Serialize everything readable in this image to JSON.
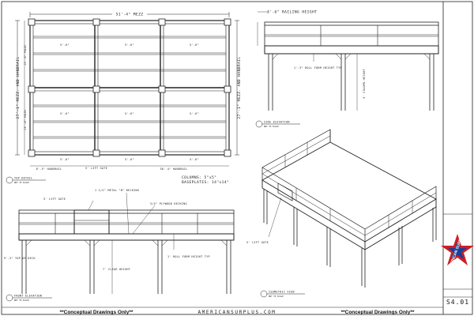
{
  "top_detail": {
    "width_dim": "51'-4\" MEZZ",
    "left_height_dim": "27'-1\" MEZZ. AND HANDRAIL",
    "right_height_dim": "27'-1\" MEZZ. AND HANDRAIL",
    "main_upper": "13'-6\" MAIN",
    "main_lower": "13'-6\" MAIN",
    "bay_labels": [
      "5'-6\"",
      "5'-6\"",
      "5'-6\""
    ],
    "bottom_bay_labels": [
      "5'-6\"",
      "5'-6\"",
      "5'-6\""
    ],
    "left_handrail": "8'-5\" HANDRAIL",
    "lift_gate": "5' LIFT GATE",
    "right_handrail": "38'-4\" HANDRAIL",
    "view_title": "TOP DETAIL",
    "view_scale": "NOT TO SCALE"
  },
  "side_elevation": {
    "railing_height": "3'-6\" RAILING HEIGHT",
    "roll_form_height": "1'-3\" ROLL FORM HEIGHT TYP",
    "column_height": "9' COLUMN HEIGHT",
    "view_title": "SIDE ELEVATION",
    "view_scale": "NOT TO SCALE"
  },
  "columns_note": {
    "columns": "COLUMNS: 5\"x5\"",
    "baseplates": "BASEPLATES: 14\"x14\""
  },
  "front_elevation": {
    "lift_gate": "5' LIFT GATE",
    "metal_decking": "1 1/2\" METAL \"B\" DECKING",
    "plywood_decking": "3/4\" PLYWOOD DECKING",
    "clear_height": "7' CLEAR HEIGHT",
    "roll_form_height": "1' ROLL FORM HEIGHT TYP",
    "left_cut": "9'-3\" TOP OF DECK",
    "view_title": "FRONT ELEVATION",
    "view_scale": "NOT TO SCALE"
  },
  "isometric": {
    "lift_gate": "5' LIFT GATE",
    "view_title": "ISOMETRIC VIEW",
    "view_scale": "NOT TO SCALE"
  },
  "footer": {
    "left_note": "**Conceptual Drawings Only**",
    "website": "AMERICANSURPLUS.COM",
    "right_note": "**Conceptual Drawings Only**"
  },
  "title_block": {
    "logo_text": "AMERICAN SURPLUS",
    "sheet_number": "S4.01"
  },
  "colors": {
    "line": "#222222",
    "logo_red": "#cc1f26",
    "logo_blue": "#1c3f94"
  }
}
